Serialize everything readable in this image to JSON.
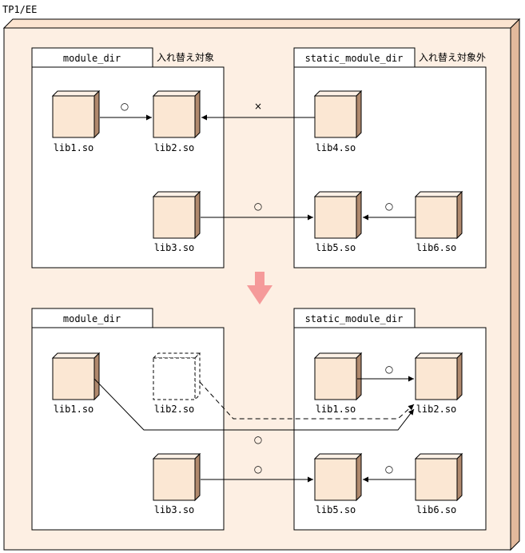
{
  "title": "TP1/EE",
  "colors": {
    "frame_fill": "#fdefe3",
    "frame_edge": "#e2b99c",
    "cube_front": "#fbe7d3",
    "cube_top": "#fdf1e6",
    "cube_side": "#b0896d",
    "arrow_down": "#f59a9a"
  },
  "top": {
    "module_dir": {
      "label": "module_dir",
      "note": "入れ替え対象"
    },
    "static_dir": {
      "label": "static_module_dir",
      "note": "入れ替え対象外"
    },
    "libs": [
      "lib1.so",
      "lib2.so",
      "lib3.so",
      "lib4.so",
      "lib5.so",
      "lib6.so"
    ],
    "marks": {
      "lib1_lib2": "○",
      "lib4_lib2": "×",
      "lib3_lib5": "○",
      "lib6_lib5": "○"
    }
  },
  "bottom": {
    "module_dir": {
      "label": "module_dir"
    },
    "static_dir": {
      "label": "static_module_dir"
    },
    "libs": [
      "lib1.so",
      "lib2.so",
      "lib3.so",
      "lib1.so",
      "lib2.so",
      "lib5.so",
      "lib6.so"
    ],
    "marks": {
      "s1_s2": "○",
      "m1_s2": "○",
      "m3_s5": "○",
      "s6_s5": "○"
    }
  }
}
